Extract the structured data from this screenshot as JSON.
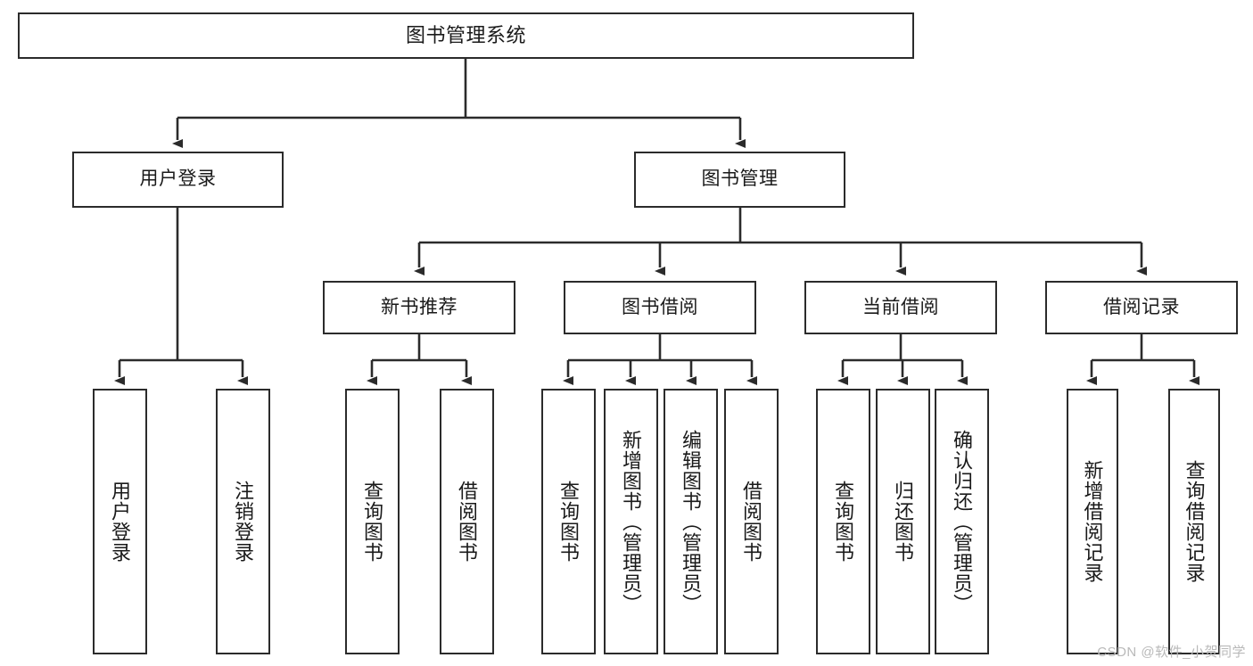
{
  "diagram": {
    "type": "tree-hierarchy",
    "title": "图书管理系统",
    "watermark": "CSDN @软件_小贺同学",
    "colors": {
      "box_border": "#2b2b2b",
      "box_fill": "#ffffff",
      "connector": "#2b2b2b",
      "text": "#1a1a1a",
      "watermark": "#b9b9b9"
    },
    "levels": {
      "root": {
        "label": "图书管理系统"
      },
      "level2": [
        {
          "label": "用户登录"
        },
        {
          "label": "图书管理"
        }
      ],
      "level3": [
        {
          "label": "新书推荐"
        },
        {
          "label": "图书借阅"
        },
        {
          "label": "当前借阅"
        },
        {
          "label": "借阅记录"
        }
      ],
      "leaves": {
        "user_login": [
          {
            "label": "用户登录"
          },
          {
            "label": "注销登录"
          }
        ],
        "new_book": [
          {
            "label": "查询图书"
          },
          {
            "label": "借阅图书"
          }
        ],
        "book_borrow": [
          {
            "label": "查询图书"
          },
          {
            "label": "新增图书（管理员）"
          },
          {
            "label": "编辑图书（管理员）"
          },
          {
            "label": "借阅图书"
          }
        ],
        "current_borrow": [
          {
            "label": "查询图书"
          },
          {
            "label": "归还图书"
          },
          {
            "label": "确认归还（管理员）"
          }
        ],
        "borrow_record": [
          {
            "label": "新增借阅记录"
          },
          {
            "label": "查询借阅记录"
          }
        ]
      }
    }
  }
}
